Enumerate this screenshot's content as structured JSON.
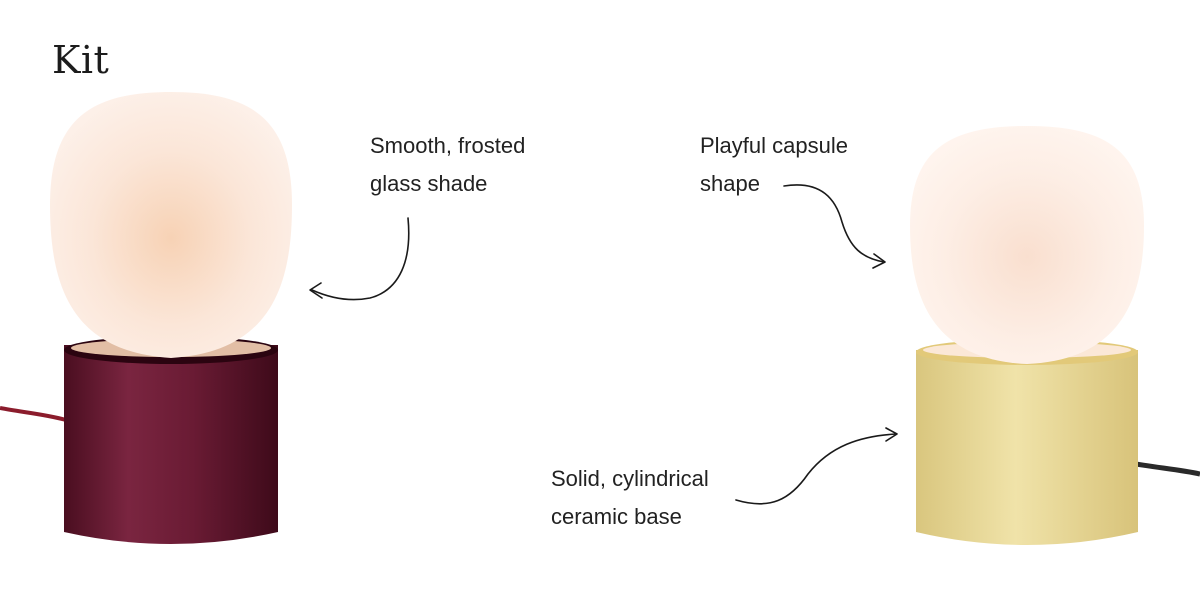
{
  "title": "Kit",
  "callouts": {
    "shade": {
      "line1": "Smooth, frosted",
      "line2": "glass shade"
    },
    "capsule": {
      "line1": "Playful capsule",
      "line2": "shape"
    },
    "base": {
      "line1": "Solid, cylindrical",
      "line2": "ceramic base"
    }
  },
  "colors": {
    "background": "#ffffff",
    "text": "#222222",
    "shade_glow": "#fbe9dc",
    "plum_base": "#6e1b32",
    "plum_cord": "#8b1c2c",
    "butter_base": "#e8d89a",
    "black_cord": "#2a2a2a"
  },
  "images": [
    {
      "name": "plum-lamp",
      "description_icon": "lamp-icon"
    },
    {
      "name": "butter-lamp",
      "description_icon": "lamp-icon"
    }
  ]
}
